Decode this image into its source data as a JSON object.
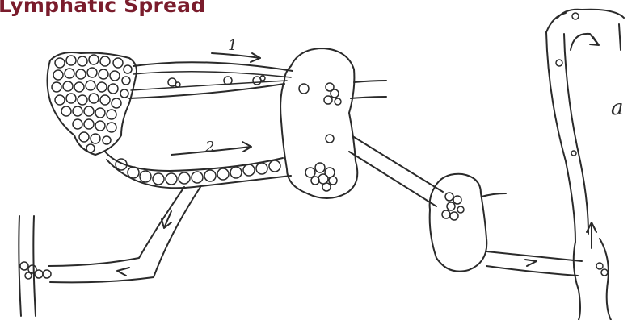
{
  "title": "Lymphatic Spread",
  "labels": {
    "route_1": "1",
    "route_2": "2",
    "margin_letter": "a"
  },
  "colors": {
    "title": "#7a1c2c",
    "ink": "#2a2a2a",
    "background": "#ffffff"
  }
}
